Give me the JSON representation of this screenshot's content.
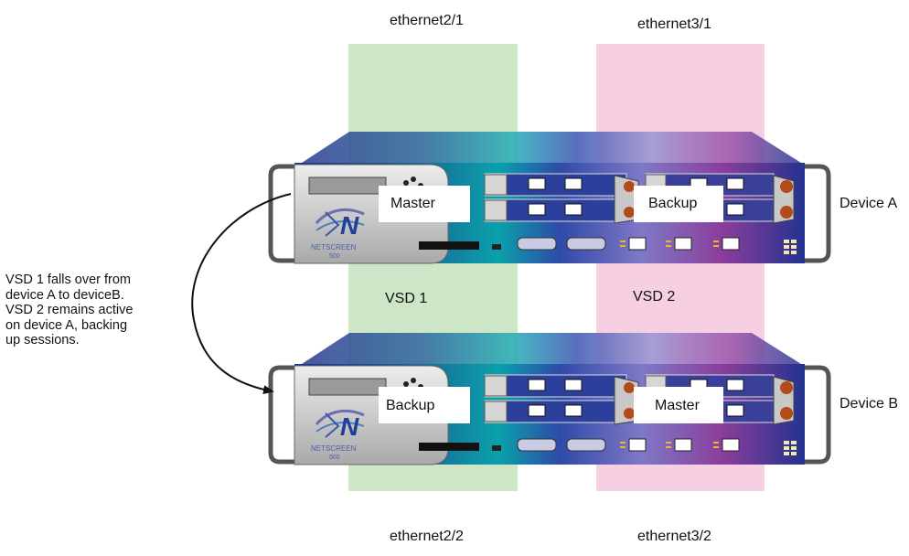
{
  "interfaces": {
    "top_left": "ethernet2/1",
    "top_right": "ethernet3/1",
    "bottom_left": "ethernet2/2",
    "bottom_right": "ethernet3/2"
  },
  "vsd": {
    "left": "VSD 1",
    "right": "VSD 2"
  },
  "devices": {
    "a": {
      "label": "Device A",
      "left_role": "Master",
      "right_role": "Backup"
    },
    "b": {
      "label": "Device B",
      "left_role": "Backup",
      "right_role": "Master"
    }
  },
  "logo": {
    "brand": "NETSCREEN",
    "model": "500"
  },
  "note_lines": [
    "VSD 1 falls over from",
    "device A to deviceB.",
    "VSD 2 remains active",
    "on device A, backing",
    "up sessions."
  ],
  "colors": {
    "vsd1_band": "#cde6c8",
    "vsd2_band": "#f7cfe3",
    "chassis_teal": "#0aa1ab",
    "chassis_blue": "#2a3f9c",
    "chassis_purple": "#8a3d9a"
  }
}
